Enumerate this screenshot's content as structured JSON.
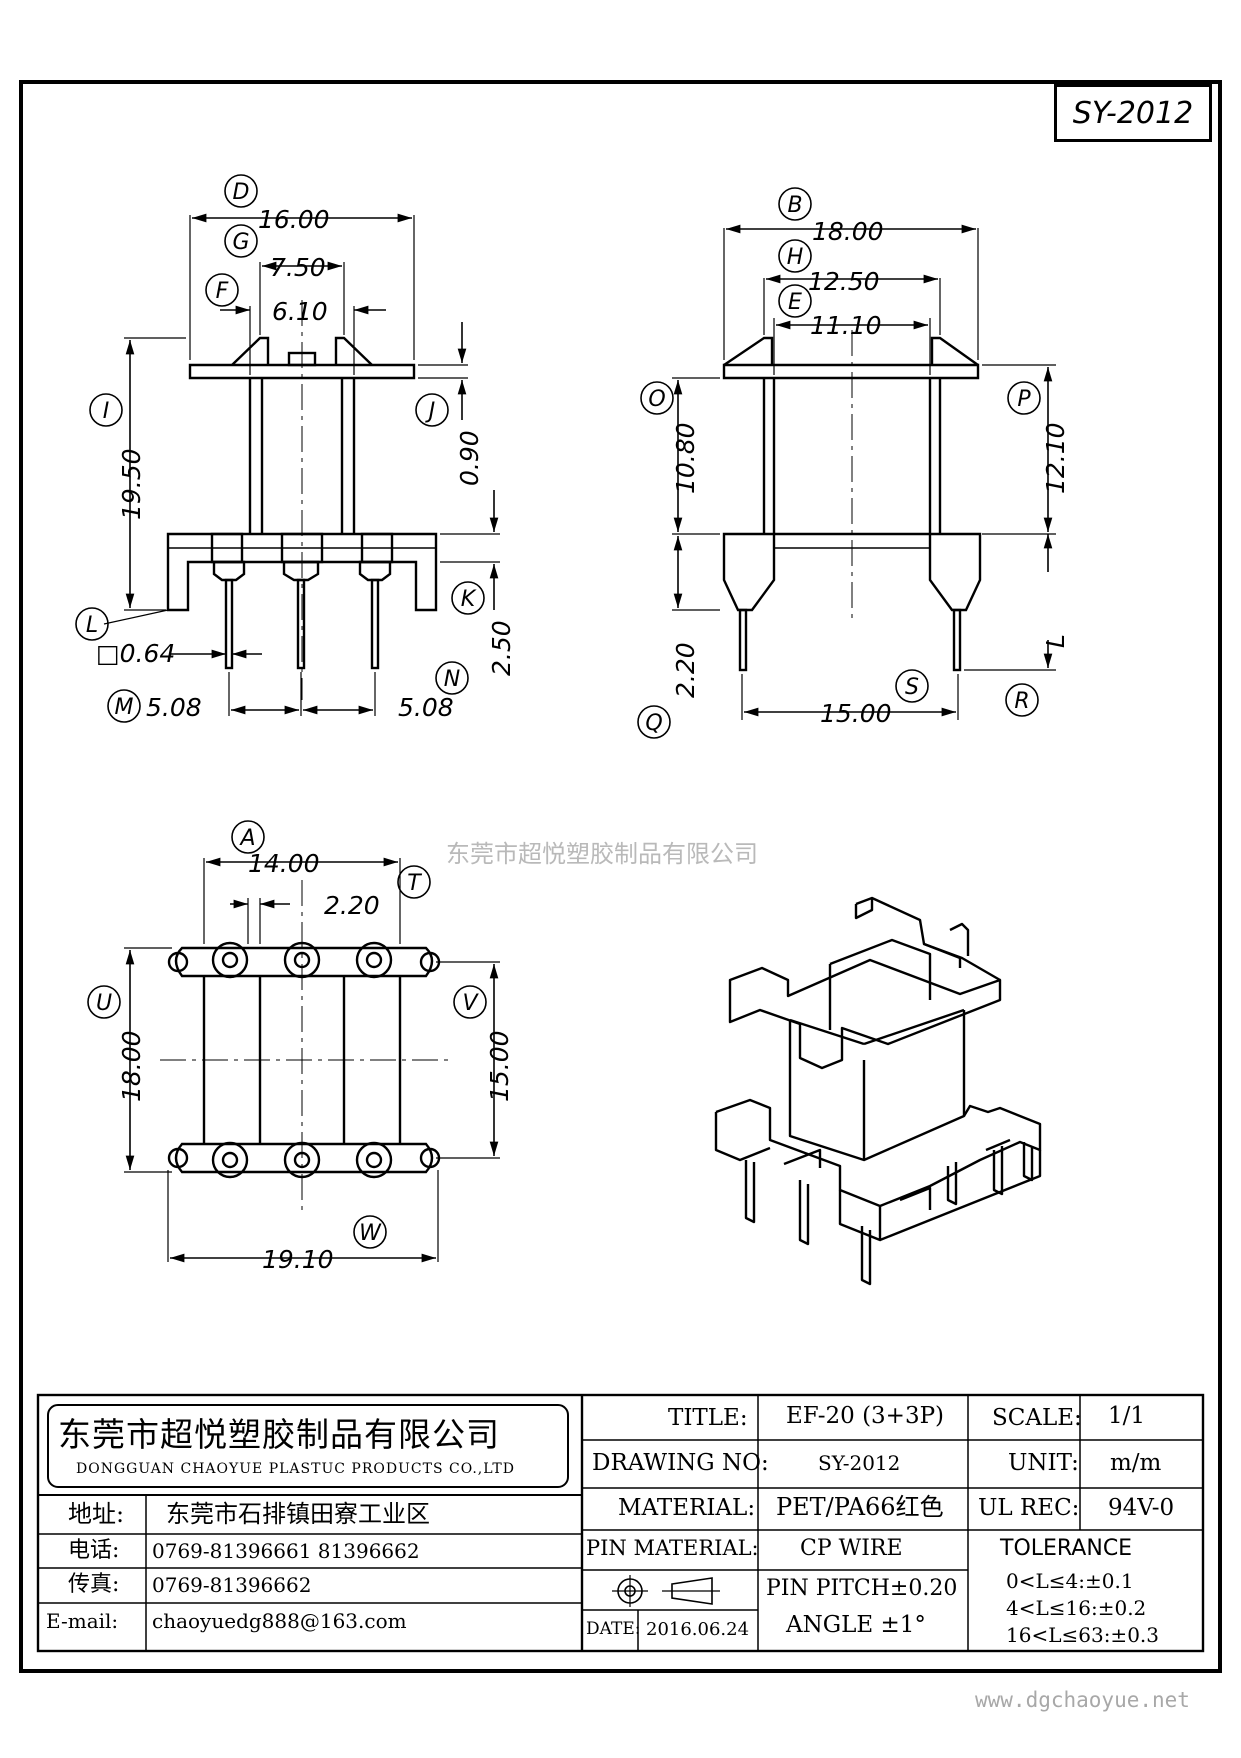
{
  "drawing_code": "SY-2012",
  "watermark": "东莞市超悦塑胶制品有限公司",
  "website": "www.dgchaoyue.net",
  "views": {
    "front": {
      "dims": {
        "D": "16.00",
        "G": "7.50",
        "F": "6.10",
        "I": "19.50",
        "J": "0.90",
        "K": "2.50",
        "pin_square": "□0.64",
        "M": "5.08",
        "N": "5.08"
      },
      "letters": [
        "D",
        "G",
        "F",
        "I",
        "J",
        "K",
        "L",
        "M",
        "N"
      ]
    },
    "side": {
      "dims": {
        "B": "18.00",
        "H": "12.50",
        "E": "11.10",
        "O": "10.80",
        "P": "12.10",
        "Q": "2.20",
        "S": "15.00",
        "L_label": "L"
      },
      "letters": [
        "B",
        "H",
        "E",
        "O",
        "P",
        "Q",
        "R",
        "S"
      ]
    },
    "bottom": {
      "dims": {
        "A": "14.00",
        "T": "2.20",
        "U": "18.00",
        "V": "15.00",
        "W": "19.10"
      },
      "letters": [
        "A",
        "T",
        "U",
        "V",
        "W"
      ]
    }
  },
  "title_block": {
    "company_cn": "东莞市超悦塑胶制品有限公司",
    "company_en": "DONGGUAN CHAOYUE PLASTUC PRODUCTS CO.,LTD",
    "address_label": "地址:",
    "address": "东莞市石排镇田寮工业区",
    "phone_label": "电话:",
    "phone": "0769-81396661   81396662",
    "fax_label": "传真:",
    "fax": "0769-81396662",
    "email_label": "E-mail:",
    "email": "chaoyuedg888@163.com",
    "title_label": "TITLE:",
    "title_value": "EF-20 (3+3P)",
    "drawing_no_label": "DRAWING NO:",
    "drawing_no": "SY-2012",
    "material_label": "MATERIAL:",
    "material": "PET/PA66红色",
    "pin_material_label": "PIN MATERIAL:",
    "pin_material": "CP WIRE",
    "pin_pitch": "PIN PITCH±0.20",
    "angle": "ANGLE  ±1°",
    "date_label": "DATE:",
    "date": "2016.06.24",
    "scale_label": "SCALE:",
    "scale": "1/1",
    "unit_label": "UNIT:",
    "unit": "m/m",
    "ul_label": "UL REC:",
    "ul": "94V-0",
    "tolerance_label": "TOLERANCE",
    "tolerances": [
      "0<L≤4:±0.1",
      "4<L≤16:±0.2",
      "16<L≤63:±0.3"
    ]
  }
}
